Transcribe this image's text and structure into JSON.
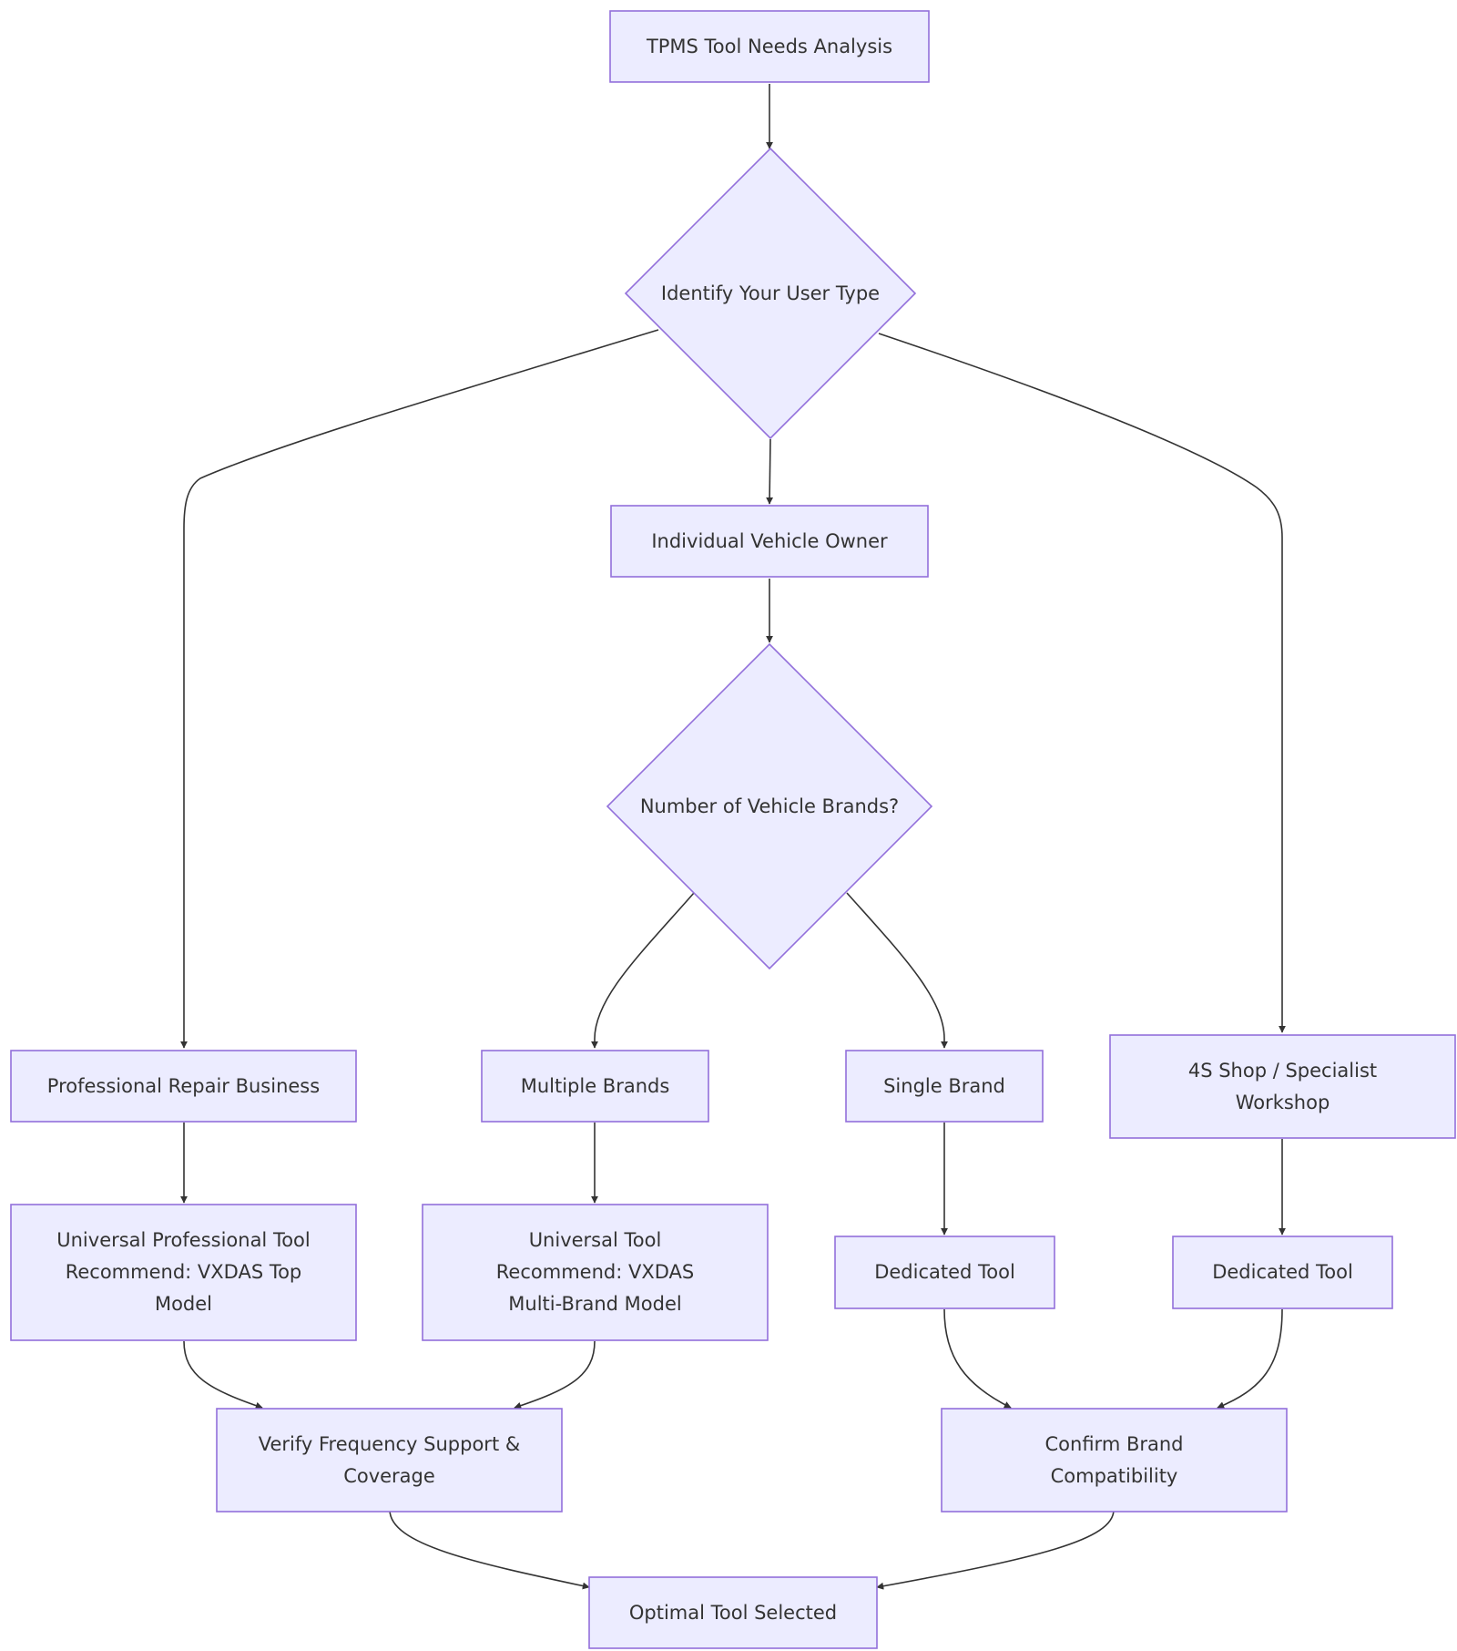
{
  "diagram": {
    "nodes": {
      "start": "TPMS Tool Needs Analysis",
      "user_type": "Identify Your User Type",
      "professional": "Professional Repair Business",
      "individual": "Individual Vehicle Owner",
      "shop": "4S Shop / Specialist Workshop",
      "universal_pro": "Universal Professional Tool Recommend: VXDAS Top Model",
      "num_brands": "Number of Vehicle Brands?",
      "multiple": "Multiple Brands",
      "single": "Single Brand",
      "universal_tool": "Universal Tool Recommend: VXDAS Multi-Brand Model",
      "dedicated_single": "Dedicated Tool",
      "dedicated_shop": "Dedicated Tool",
      "verify": "Verify Frequency Support & Coverage",
      "confirm": "Confirm Brand Compatibility",
      "final": "Optimal Tool Selected"
    }
  },
  "colors": {
    "node_fill": "#ECECFF",
    "node_stroke": "#9370DB",
    "edge": "#333333",
    "text": "#333333"
  }
}
